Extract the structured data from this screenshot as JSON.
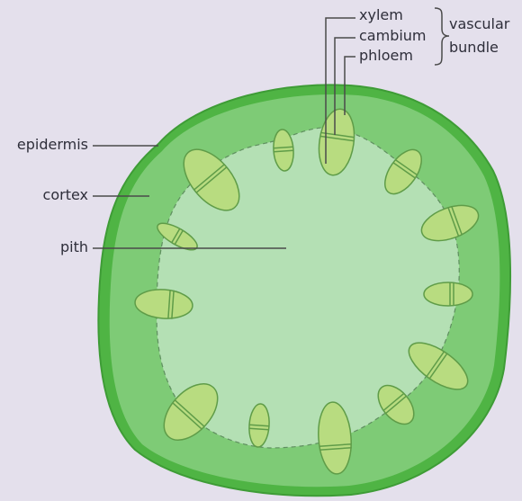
{
  "labels": {
    "xylem": "xylem",
    "cambium": "cambium",
    "phloem": "phloem",
    "vascular": "vascular",
    "bundle": "bundle",
    "epidermis": "epidermis",
    "cortex": "cortex",
    "pith": "pith"
  },
  "colors": {
    "background": "#e4e0ec",
    "epidermis": "#4fb444",
    "cortex": "#7ecb76",
    "pith": "#b4e0b4",
    "bundle_fill": "#b8dc80",
    "bundle_stroke": "#5f9c48",
    "leader_line": "#4a4a4a"
  }
}
